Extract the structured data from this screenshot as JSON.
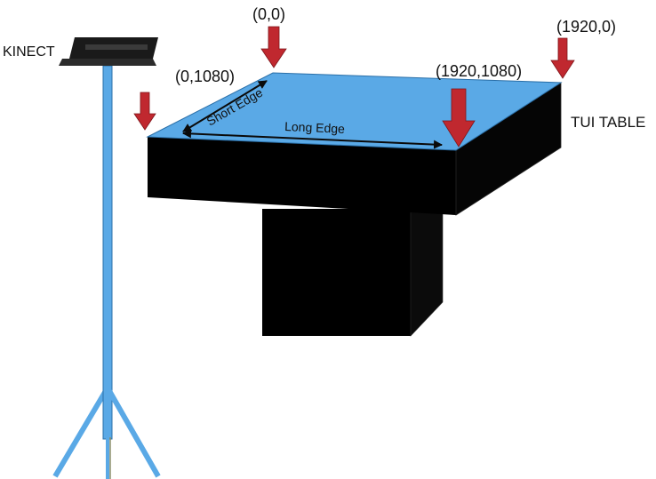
{
  "labels": {
    "kinect": "KINECT",
    "tui_table": "TUI TABLE",
    "short_edge": "Short Edge",
    "long_edge": "Long Edge"
  },
  "corners": {
    "top_left": "(0,0)",
    "top_right": "(1920,0)",
    "bottom_left": "(0,1080)",
    "bottom_right": "(1920,1080)"
  },
  "colors": {
    "tabletop": "#5aa9e6",
    "table_body": "#000000",
    "stand": "#5aa9e6",
    "arrow": "#c0282f",
    "kinect": "#1a1a1a"
  },
  "icons": {
    "corner_marker": "down-arrow-icon",
    "dimension": "double-arrow-icon"
  }
}
